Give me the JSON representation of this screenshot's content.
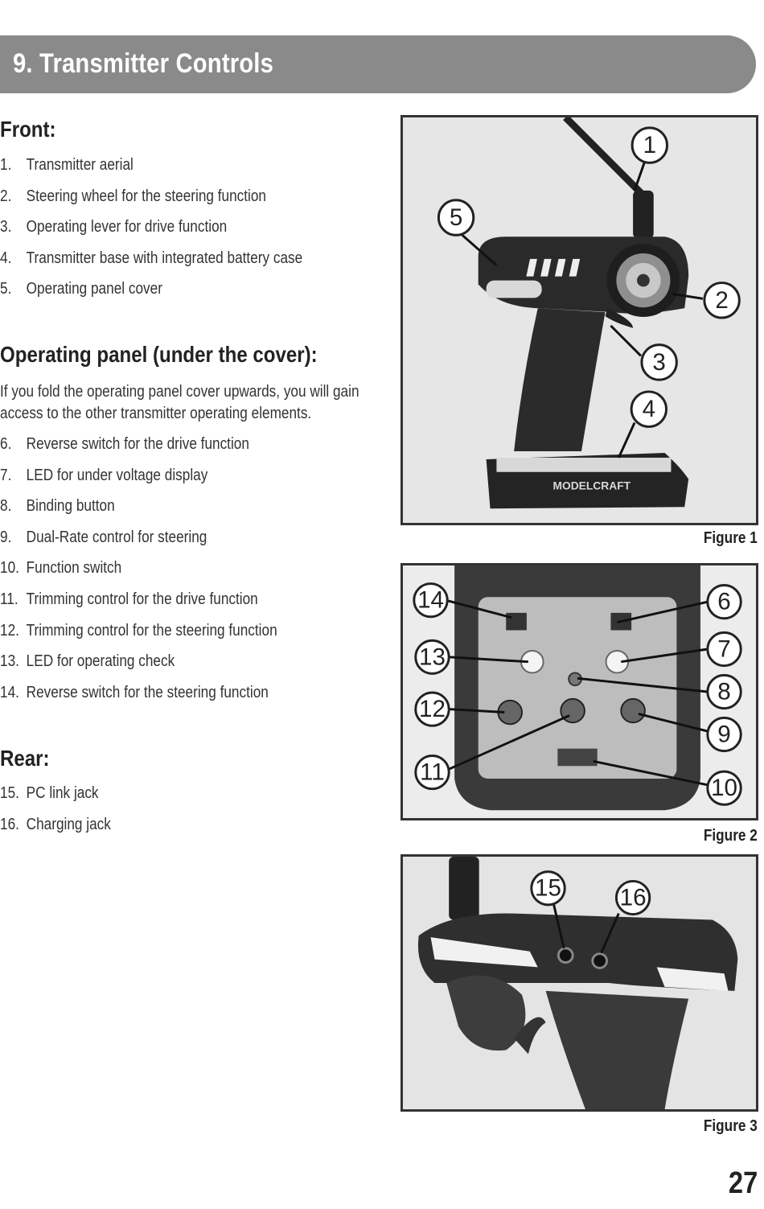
{
  "header": {
    "title": "9. Transmitter Controls"
  },
  "front": {
    "heading": "Front:",
    "items": [
      {
        "num": "1.",
        "label": "Transmitter aerial"
      },
      {
        "num": "2.",
        "label": "Steering wheel for the steering function"
      },
      {
        "num": "3.",
        "label": "Operating lever for drive function"
      },
      {
        "num": "4.",
        "label": "Transmitter base with integrated battery case"
      },
      {
        "num": "5.",
        "label": "Operating panel cover"
      }
    ]
  },
  "panel": {
    "heading": "Operating panel (under the cover):",
    "intro": "If you fold the operating panel cover upwards, you will gain access to the other transmitter operating elements.",
    "items": [
      {
        "num": "6.",
        "label": "Reverse switch for the drive function"
      },
      {
        "num": "7.",
        "label": "LED for under voltage display"
      },
      {
        "num": "8.",
        "label": "Binding button"
      },
      {
        "num": "9.",
        "label": "Dual-Rate control for steering"
      },
      {
        "num": "10.",
        "label": "Function switch"
      },
      {
        "num": "11.",
        "label": "Trimming control for the drive function"
      },
      {
        "num": "12.",
        "label": "Trimming control for the steering function"
      },
      {
        "num": "13.",
        "label": "LED for operating check"
      },
      {
        "num": "14.",
        "label": "Reverse switch for the steering function"
      }
    ]
  },
  "rear": {
    "heading": "Rear:",
    "items": [
      {
        "num": "15.",
        "label": "PC link jack"
      },
      {
        "num": "16.",
        "label": "Charging jack"
      }
    ]
  },
  "figures": {
    "figure1": {
      "caption": "Figure 1",
      "brand_text": "MODELCRAFT",
      "callouts": [
        "1",
        "2",
        "3",
        "4",
        "5"
      ]
    },
    "figure2": {
      "caption": "Figure 2",
      "callouts": [
        "14",
        "6",
        "13",
        "7",
        "8",
        "12",
        "9",
        "11",
        "10"
      ]
    },
    "figure3": {
      "caption": "Figure 3",
      "callouts": [
        "15",
        "16"
      ]
    }
  },
  "page_number": "27"
}
